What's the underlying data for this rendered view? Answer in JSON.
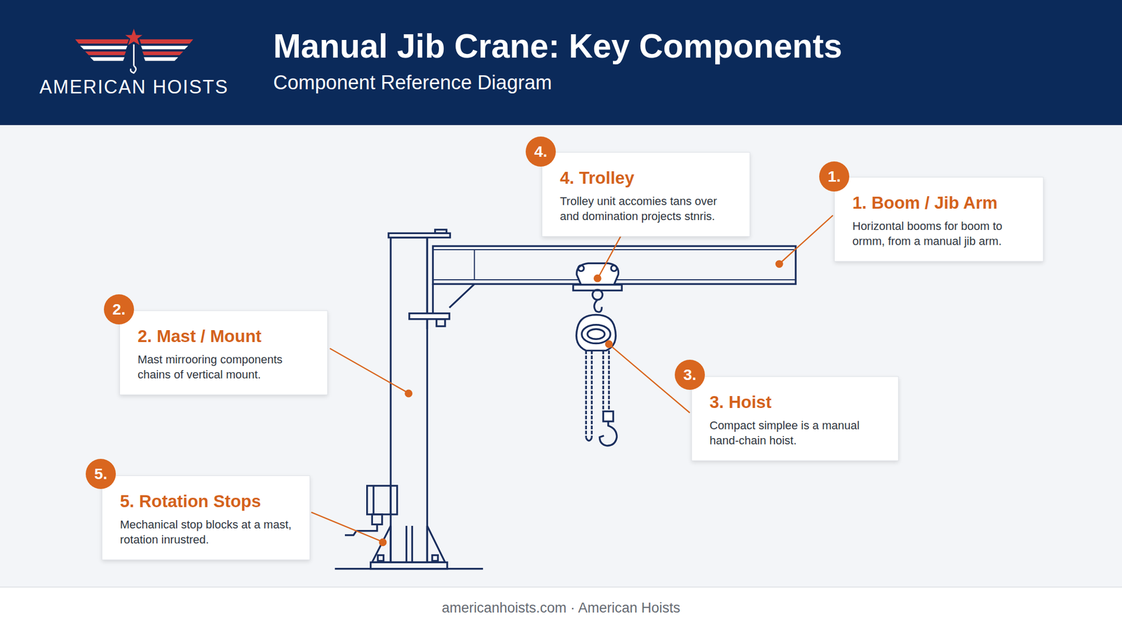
{
  "diagram": {
    "title": "Manual Jib Crane: Key Components",
    "nodes": [
      {
        "text": [
          "4. Trolley",
          "Trolley unit accomies tans over and domination projects stnris."
        ]
      },
      {
        "text": [
          "1. Boom / Jib Arm",
          "Horizontal booms for boom to ormm, from a manual jib arm."
        ]
      },
      {
        "text": [
          "2. Mast / Mount",
          "Mast mirrooring components chains of vertical mount."
        ]
      },
      {
        "text": [
          "3. Hoist",
          "Compact simplee is a manual hand-chain hoist."
        ]
      },
      {
        "text": [
          "5. Rotation Stops",
          "Mechanical stop blocks at a mast, rotation inrustred."
        ]
      }
    ],
    "labels": [
      "AMERICAN HOISTS",
      "Component Reference Diagram",
      "4.",
      "1.",
      "2.",
      "3.",
      "5.",
      "americanhoists.com · American Hoists"
    ]
  }
}
